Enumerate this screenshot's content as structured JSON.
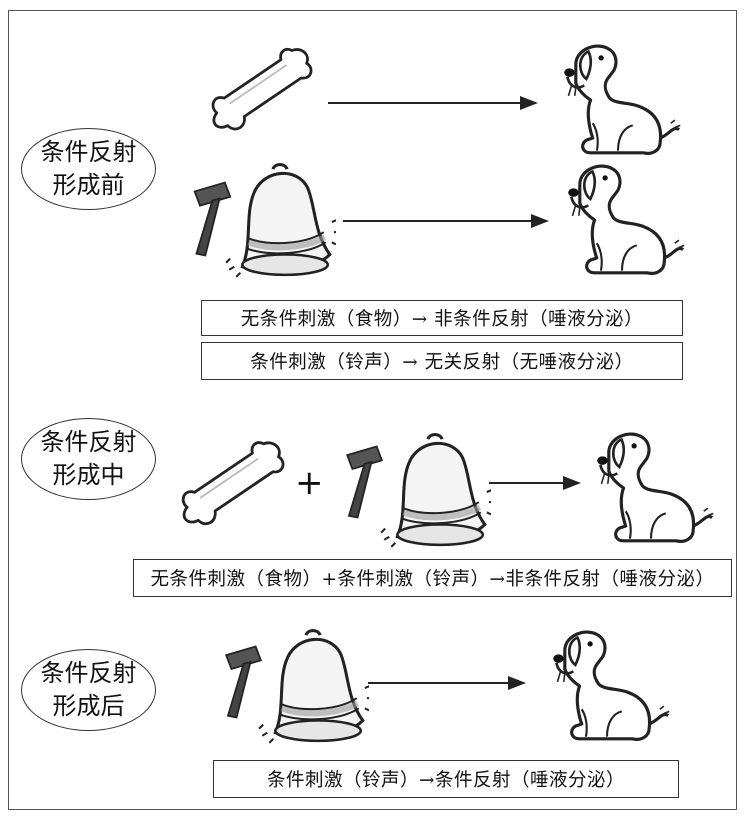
{
  "stages": [
    {
      "label_lines": [
        "条件反射",
        "形成前"
      ],
      "captions": [
        "无条件刺激（食物）→ 非条件反射（唾液分泌）",
        "条件刺激（铃声）→ 无关反射（无唾液分泌）"
      ]
    },
    {
      "label_lines": [
        "条件反射",
        "形成中"
      ],
      "plus_sign": "+",
      "captions": [
        "无条件刺激（食物）+条件刺激（铃声）→非条件反射（唾液分泌）"
      ]
    },
    {
      "label_lines": [
        "条件反射",
        "形成后"
      ],
      "captions": [
        "条件刺激（铃声）→条件反射（唾液分泌）"
      ]
    }
  ],
  "icons": {
    "bone": "bone-icon",
    "bell": "bell-icon",
    "hammer": "hammer-icon",
    "dog": "dog-icon",
    "arrow": "arrow-icon"
  }
}
